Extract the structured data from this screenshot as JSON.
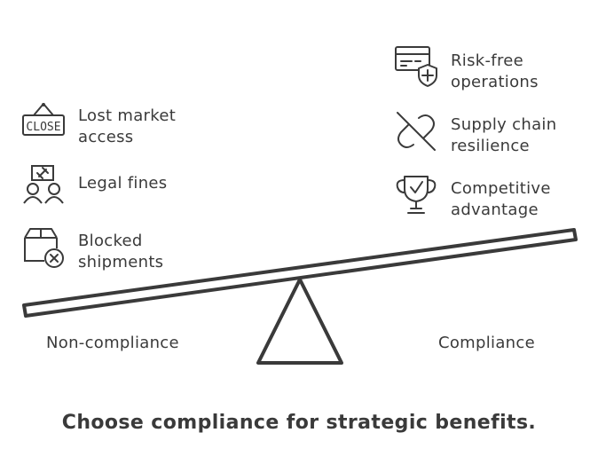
{
  "left_benefits": [
    {
      "label": "Lost market\naccess",
      "icon": "close-sign-icon"
    },
    {
      "label": "Legal fines",
      "icon": "judge-gavel-icon"
    },
    {
      "label": "Blocked\nshipments",
      "icon": "blocked-package-icon"
    }
  ],
  "right_benefits": [
    {
      "label": "Risk-free\noperations",
      "icon": "secure-card-icon"
    },
    {
      "label": "Supply chain\nresilience",
      "icon": "link-no-icon"
    },
    {
      "label": "Competitive\nadvantage",
      "icon": "trophy-icon"
    }
  ],
  "close_sign_text": "CLOSE",
  "side_left": "Non-compliance",
  "side_right": "Compliance",
  "caption": "Choose compliance for strategic benefits.",
  "colors": {
    "ink": "#3a3a3a",
    "background": "#ffffff"
  }
}
